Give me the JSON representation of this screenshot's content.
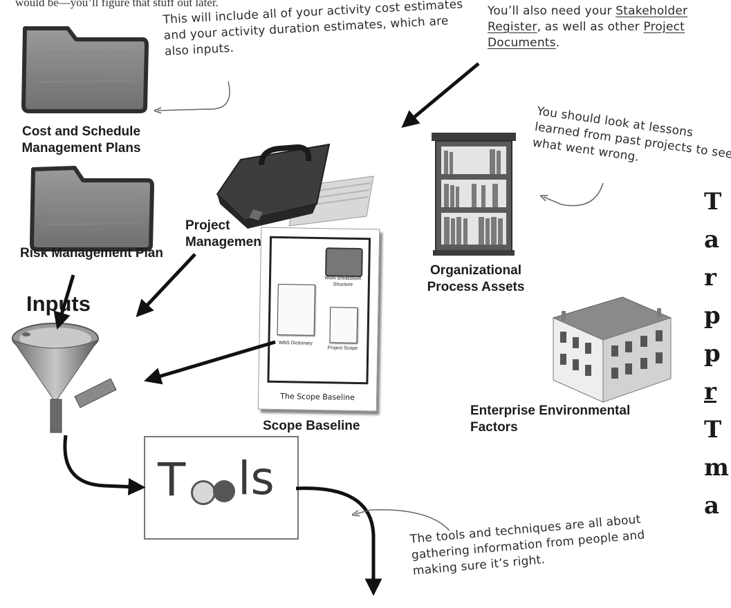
{
  "header_fragment": "would be—you’ll figure that stuff out later.",
  "notes": {
    "cost_estimates": "This will include all of your activity cost estimates and your activity duration estimates, which are also inputs.",
    "stakeholder_pre": "You’ll also need your ",
    "stakeholder_link1": "Stakeholder Register",
    "stakeholder_mid": ", as well as other ",
    "stakeholder_link2": "Project Documents",
    "stakeholder_end": ".",
    "lessons": "You should look at lessons learned from past projects to see what went wrong.",
    "tools": "The tools and techniques are all about gathering information from people and making sure it’s right."
  },
  "labels": {
    "cost_schedule": "Cost and Schedule Management Plans",
    "risk_plan": "Risk Management Plan",
    "pm_plan": "Project Management Plan",
    "opa": "Organizational Process Assets",
    "inputs": "Inputs",
    "scope_baseline": "Scope Baseline",
    "eef": "Enterprise Environmental Factors"
  },
  "scope_card": {
    "wbs_structure": "Work Breakdown Structure",
    "wbs_dictionary": "WBS Dictionary",
    "project_scope": "Project Scope",
    "caption": "The Scope Baseline"
  },
  "tools_card": {
    "word_start": "T",
    "word_end": "ls"
  },
  "side_column": [
    "T",
    "a",
    "r",
    "p",
    "p",
    "r",
    "T",
    "m",
    "a"
  ]
}
